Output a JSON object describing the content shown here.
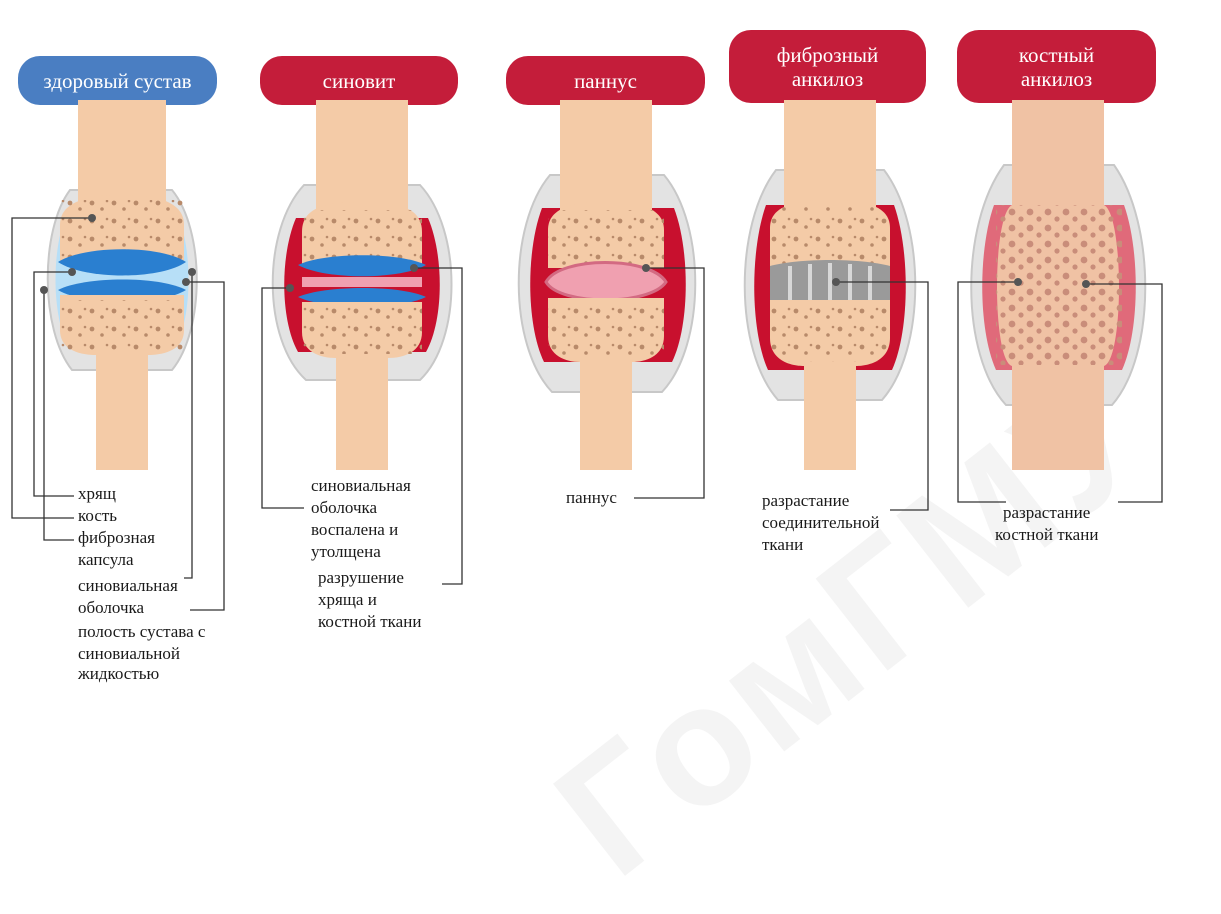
{
  "titles": {
    "healthy": "здоровый сустав",
    "synovitis": "синовит",
    "pannus": "паннус",
    "fibrous_1": "фиброзный",
    "fibrous_2": "анкилоз",
    "bony_1": "костный",
    "bony_2": "анкилоз"
  },
  "labels": {
    "healthy": {
      "cartilage": "хрящ",
      "bone": "кость",
      "fibrous_capsule_1": "фиброзная",
      "fibrous_capsule_2": "капсула",
      "synovial_membrane_1": "синовиальная",
      "synovial_membrane_2": "оболочка",
      "joint_cavity_1": "полость сустава с",
      "joint_cavity_2": "синовиальной",
      "joint_cavity_3": "жидкостью"
    },
    "synovitis": {
      "line1": "синовиальная",
      "line2": "оболочка",
      "line3": "воспалена и",
      "line4": "утолщена",
      "line5": "разрушение",
      "line6": "хряща и",
      "line7": "костной ткани"
    },
    "pannus": {
      "line1": "паннус"
    },
    "fibrous": {
      "line1": "разрастание",
      "line2": "соединительной",
      "line3": "ткани"
    },
    "bony": {
      "line1": "разрастание",
      "line2": "костной ткани"
    }
  },
  "colors": {
    "title_blue": "#4a7ec2",
    "title_red": "#c41d3a",
    "bone": "#f4cba7",
    "capsule": "#d9d9d9",
    "synovial_fluid": "#a9d8f5",
    "cartilage_blue": "#2a7fd0",
    "inflamed": "#c8102e",
    "pannus_pink": "#f0a0b0",
    "fibrous_gray": "#9a9a9a"
  }
}
